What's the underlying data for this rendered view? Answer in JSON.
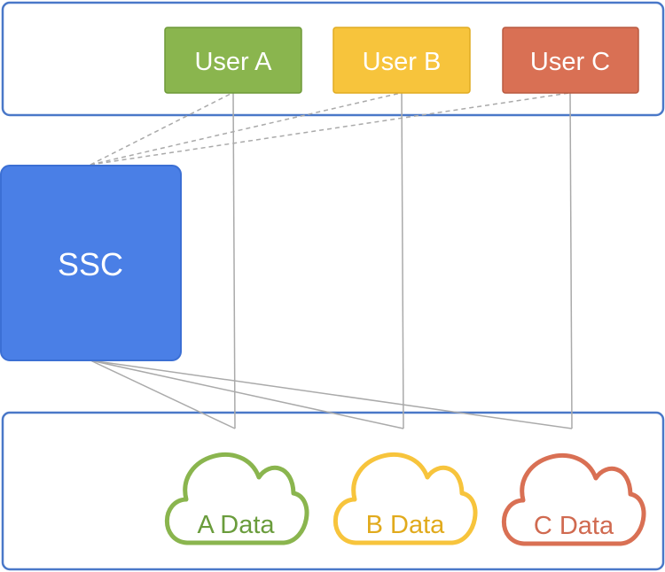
{
  "users": [
    {
      "id": "a",
      "label": "User A",
      "fill": "#8ab54e",
      "stroke": "#6e9a38"
    },
    {
      "id": "b",
      "label": "User B",
      "fill": "#f7c43c",
      "stroke": "#e0ab22"
    },
    {
      "id": "c",
      "label": "User C",
      "fill": "#d97054",
      "stroke": "#b95a40"
    }
  ],
  "ssc": {
    "label": "SSC",
    "fill": "#4a7fe6",
    "stroke": "#3b6fd4"
  },
  "data_stores": [
    {
      "id": "a",
      "label": "A Data",
      "color": "#8ab54e",
      "text_color": "#6a9c3c"
    },
    {
      "id": "b",
      "label": "B Data",
      "color": "#f7c43c",
      "text_color": "#e1aa1c"
    },
    {
      "id": "c",
      "label": "C Data",
      "color": "#d97054",
      "text_color": "#d06a50"
    }
  ],
  "group_border_color": "#4a78c8",
  "connector_color": "#aaaaaa"
}
